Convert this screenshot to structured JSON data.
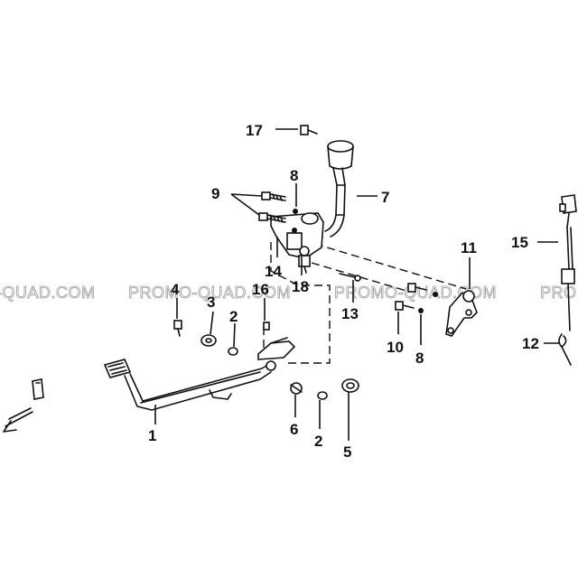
{
  "watermark": {
    "text_1": "-QUAD.COM",
    "text_2": "PROMO-QUAD.COM",
    "text_3": "PROMO-QUAD.COM",
    "text_4": "PRO"
  },
  "callouts": {
    "c1": "1",
    "c2a": "2",
    "c2b": "2",
    "c3": "3",
    "c4": "4",
    "c5": "5",
    "c6": "6",
    "c7": "7",
    "c8a": "8",
    "c8b": "8",
    "c9": "9",
    "c10": "10",
    "c11": "11",
    "c12": "12",
    "c13": "13",
    "c14": "14",
    "c15": "15",
    "c16": "16",
    "c17": "17",
    "c18": "18"
  },
  "colors": {
    "line": "#111111",
    "watermark_outline": "#9a9a9a",
    "background": "#ffffff"
  },
  "icons": {
    "front_arrow": "front-direction-arrow-icon"
  }
}
